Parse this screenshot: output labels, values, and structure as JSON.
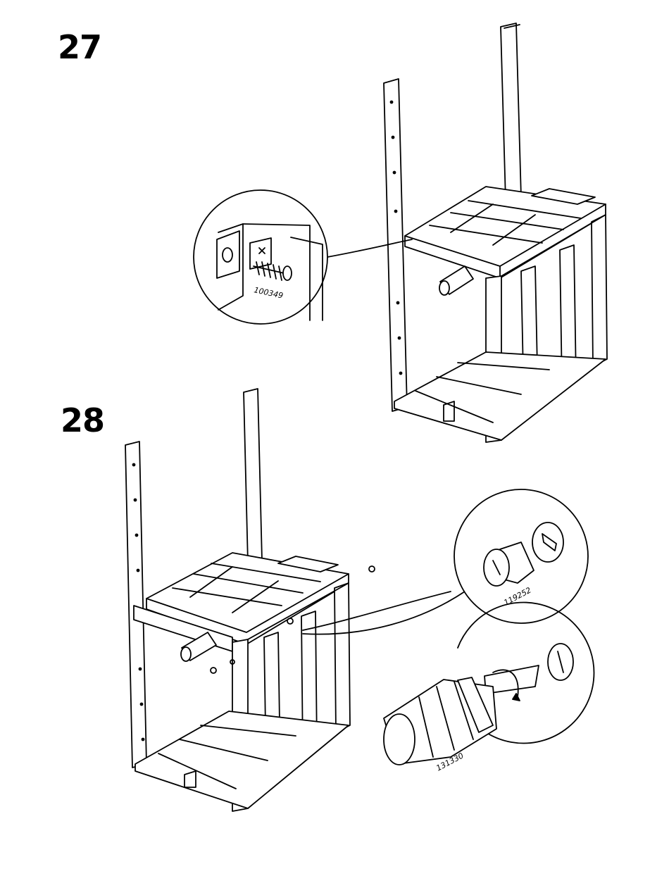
{
  "steps": [
    {
      "number": "27",
      "parts": [
        {
          "part_number": "100349",
          "item": "screw"
        }
      ]
    },
    {
      "number": "28",
      "parts": [
        {
          "part_number": "119252",
          "item": "cam-lock"
        },
        {
          "part_number": "131330",
          "item": "screwdriver"
        }
      ]
    }
  ],
  "colors": {
    "ink": "#000000",
    "paper": "#ffffff"
  }
}
